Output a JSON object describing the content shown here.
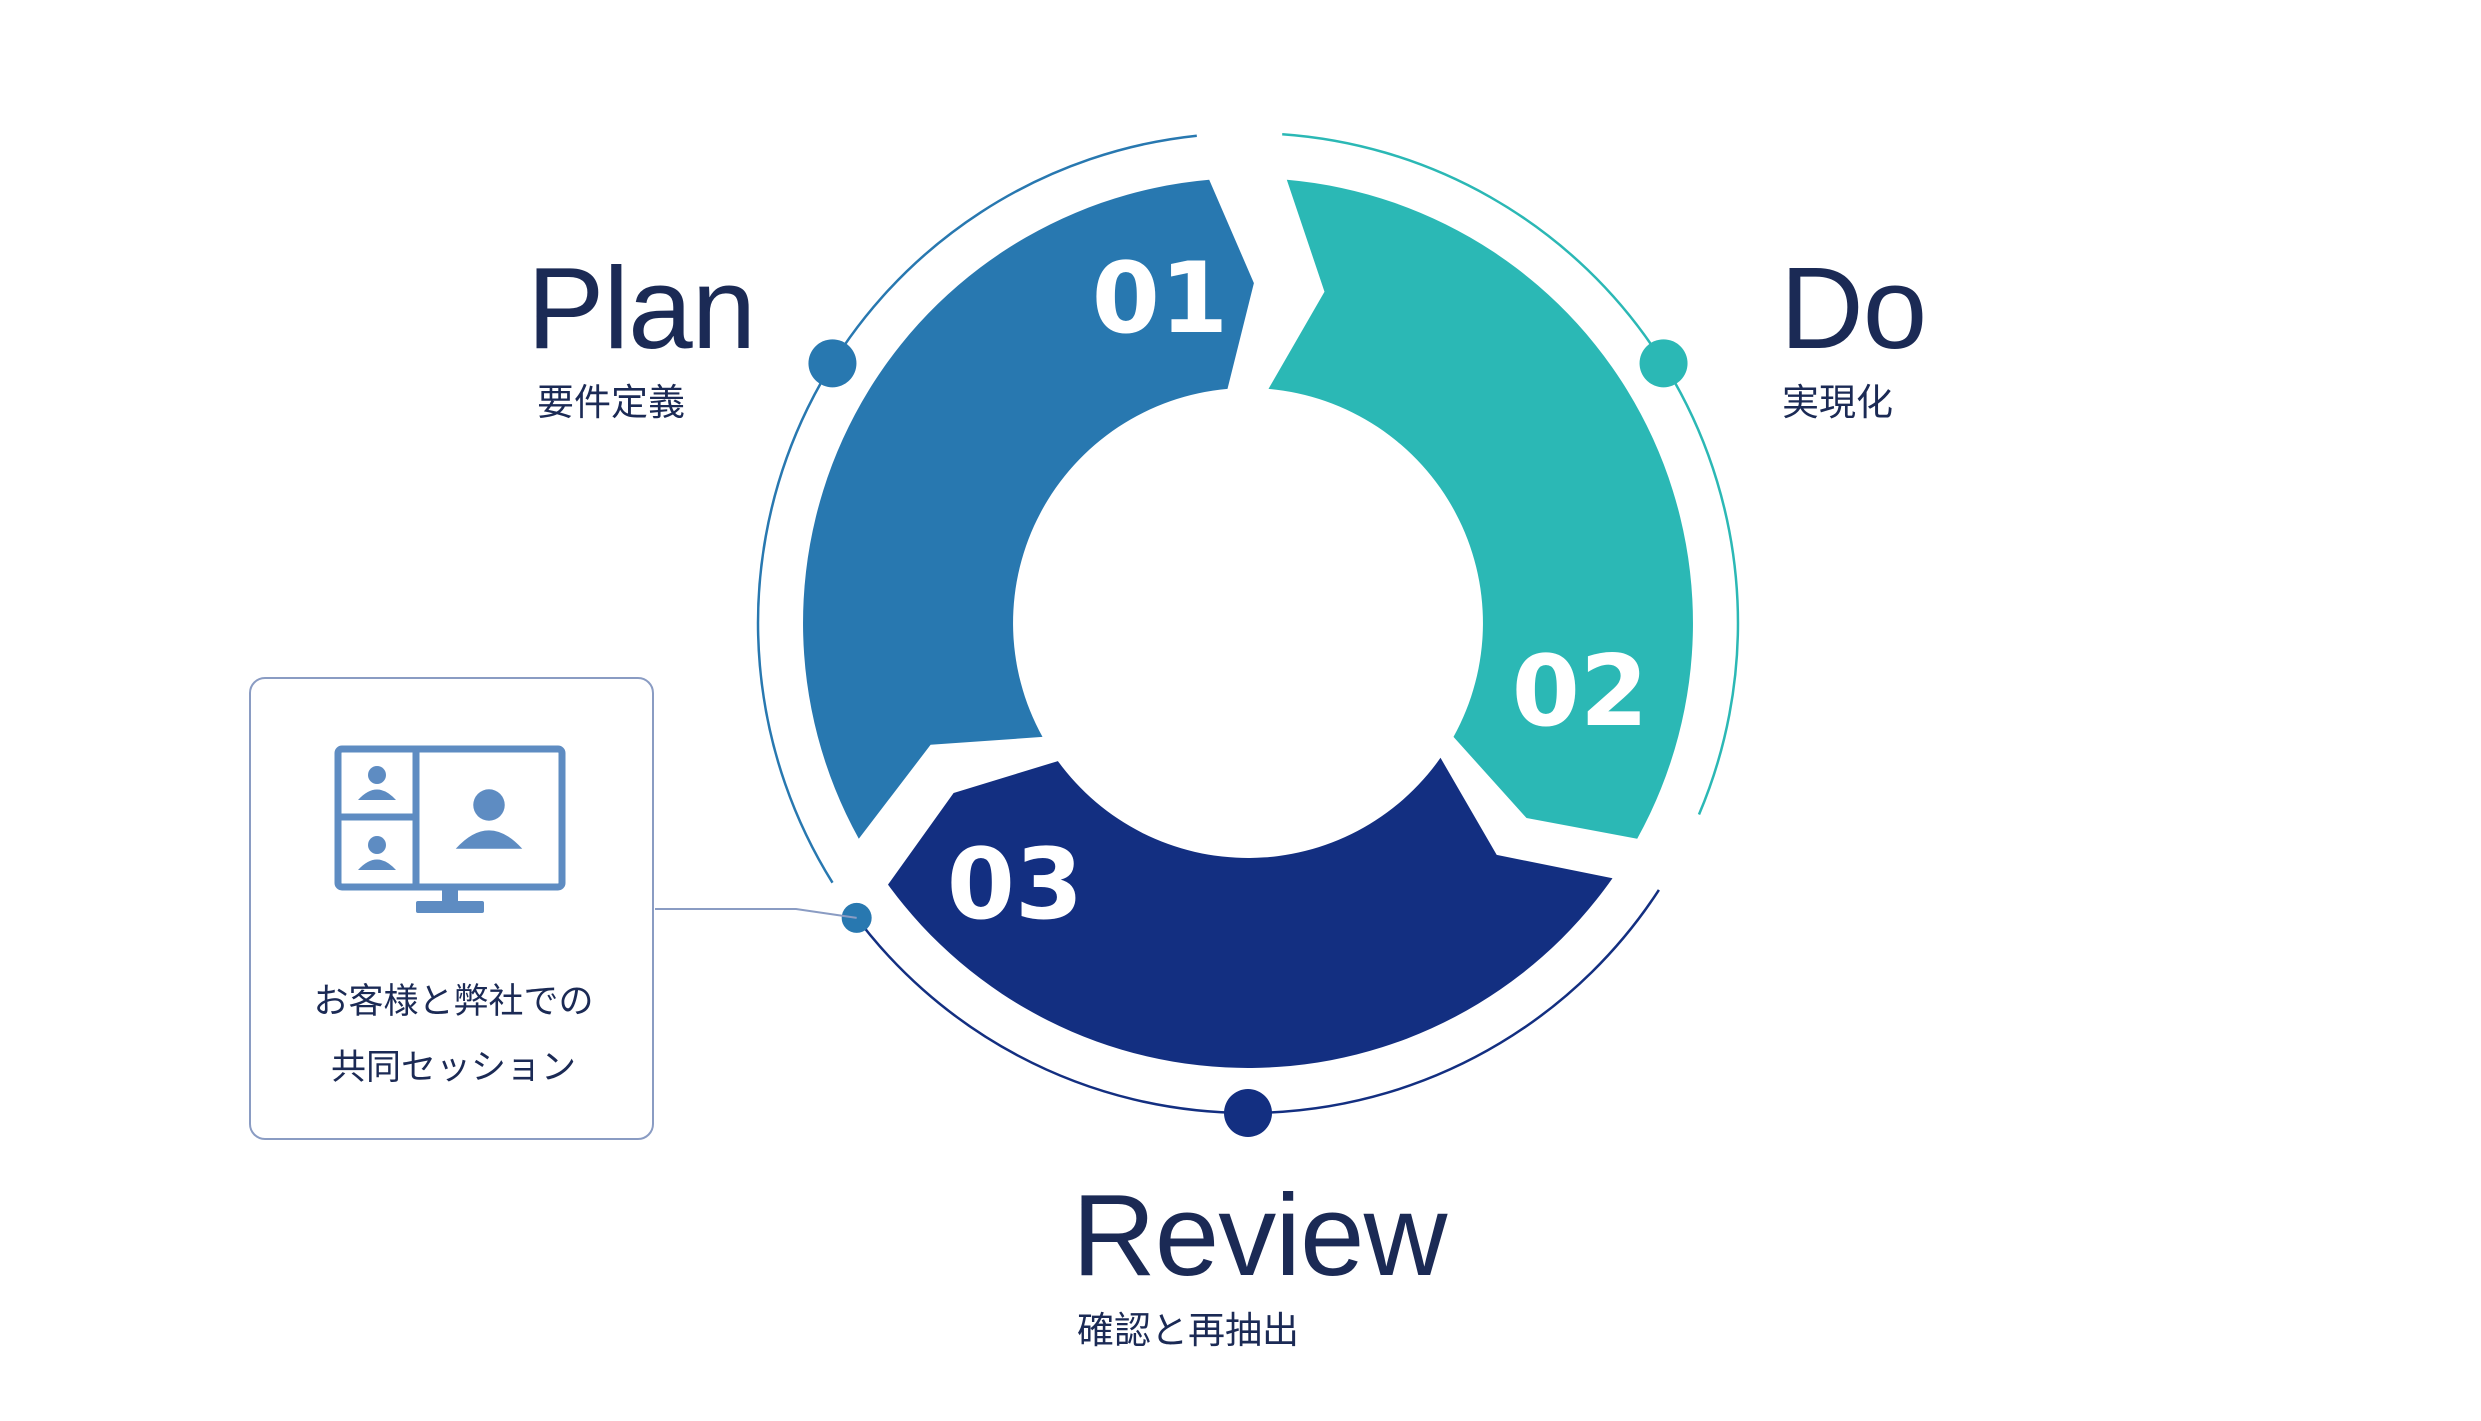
{
  "colors": {
    "plan": "#2878b0",
    "do": "#2bb8b5",
    "review": "#132f81",
    "text": "#1b2a55",
    "callout_border": "#8a9cc3",
    "icon": "#5e8cc2"
  },
  "phases": [
    {
      "number": "01",
      "title": "Plan",
      "subtitle": "要件定義"
    },
    {
      "number": "02",
      "title": "Do",
      "subtitle": "実現化"
    },
    {
      "number": "03",
      "title": "Review",
      "subtitle": "確認と再抽出"
    }
  ],
  "callout": {
    "icon": "video-conference-monitor-icon",
    "lines": [
      "お客様と弊社での",
      "共同セッション"
    ]
  }
}
